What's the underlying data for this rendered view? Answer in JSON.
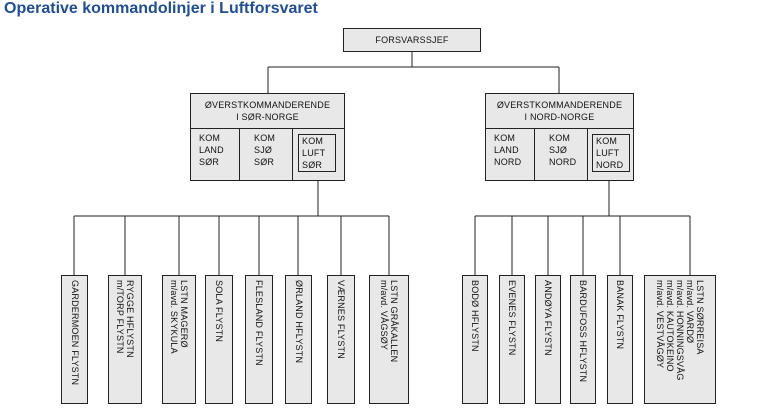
{
  "title": "Operative kommandolinjer i Luftforsvaret",
  "top": "FORSVARSSJEF",
  "commands": [
    {
      "name_lines": [
        "ØVERSTKOMMANDERENDE",
        "I SØR-NORGE"
      ],
      "subs": [
        {
          "lines": [
            "KOM",
            "LAND",
            "SØR"
          ]
        },
        {
          "lines": [
            "KOM",
            "SJØ",
            "SØR"
          ]
        },
        {
          "lines": [
            "KOM",
            "LUFT",
            "SØR"
          ]
        }
      ]
    },
    {
      "name_lines": [
        "ØVERSTKOMMANDERENDE",
        "I NORD-NORGE"
      ],
      "subs": [
        {
          "lines": [
            "KOM",
            "LAND",
            "NORD"
          ]
        },
        {
          "lines": [
            "KOM",
            "SJØ",
            "NORD"
          ]
        },
        {
          "lines": [
            "KOM",
            "LUFT",
            "NORD"
          ]
        }
      ]
    }
  ],
  "units_south": [
    {
      "lines": [
        "GARDERMOEN FLYSTN"
      ]
    },
    {
      "lines": [
        "RYGGE HFLYSTN",
        "m/TORP FLYSTN"
      ]
    },
    {
      "lines": [
        "LSTN MAGERØ",
        "m/avd. SKYKULA"
      ]
    },
    {
      "lines": [
        "SOLA FLYSTN"
      ]
    },
    {
      "lines": [
        "FLESLAND FLYSTN"
      ]
    },
    {
      "lines": [
        "ØRLAND HFLYSTN"
      ]
    },
    {
      "lines": [
        "VÆRNES FLYSTN"
      ]
    },
    {
      "lines": [
        "LSTN GRÅKALLEN",
        "m/avd. VÅGSØY"
      ]
    }
  ],
  "units_north": [
    {
      "lines": [
        "BODØ HFLYSTN"
      ]
    },
    {
      "lines": [
        "EVENES FLYSTN"
      ]
    },
    {
      "lines": [
        "ANDØYA FLYSTN"
      ]
    },
    {
      "lines": [
        "BARDUFOSS HFLYSTN"
      ]
    },
    {
      "lines": [
        "BANAK FLYSTN"
      ]
    },
    {
      "lines": [
        "LSTN SØRREISA",
        "m/avd. VARDØ",
        "m/avd. HONNINGSVÅG",
        "m/avd. KAUTOKEINO",
        "m/avd. VESTVÅGØY"
      ]
    }
  ]
}
